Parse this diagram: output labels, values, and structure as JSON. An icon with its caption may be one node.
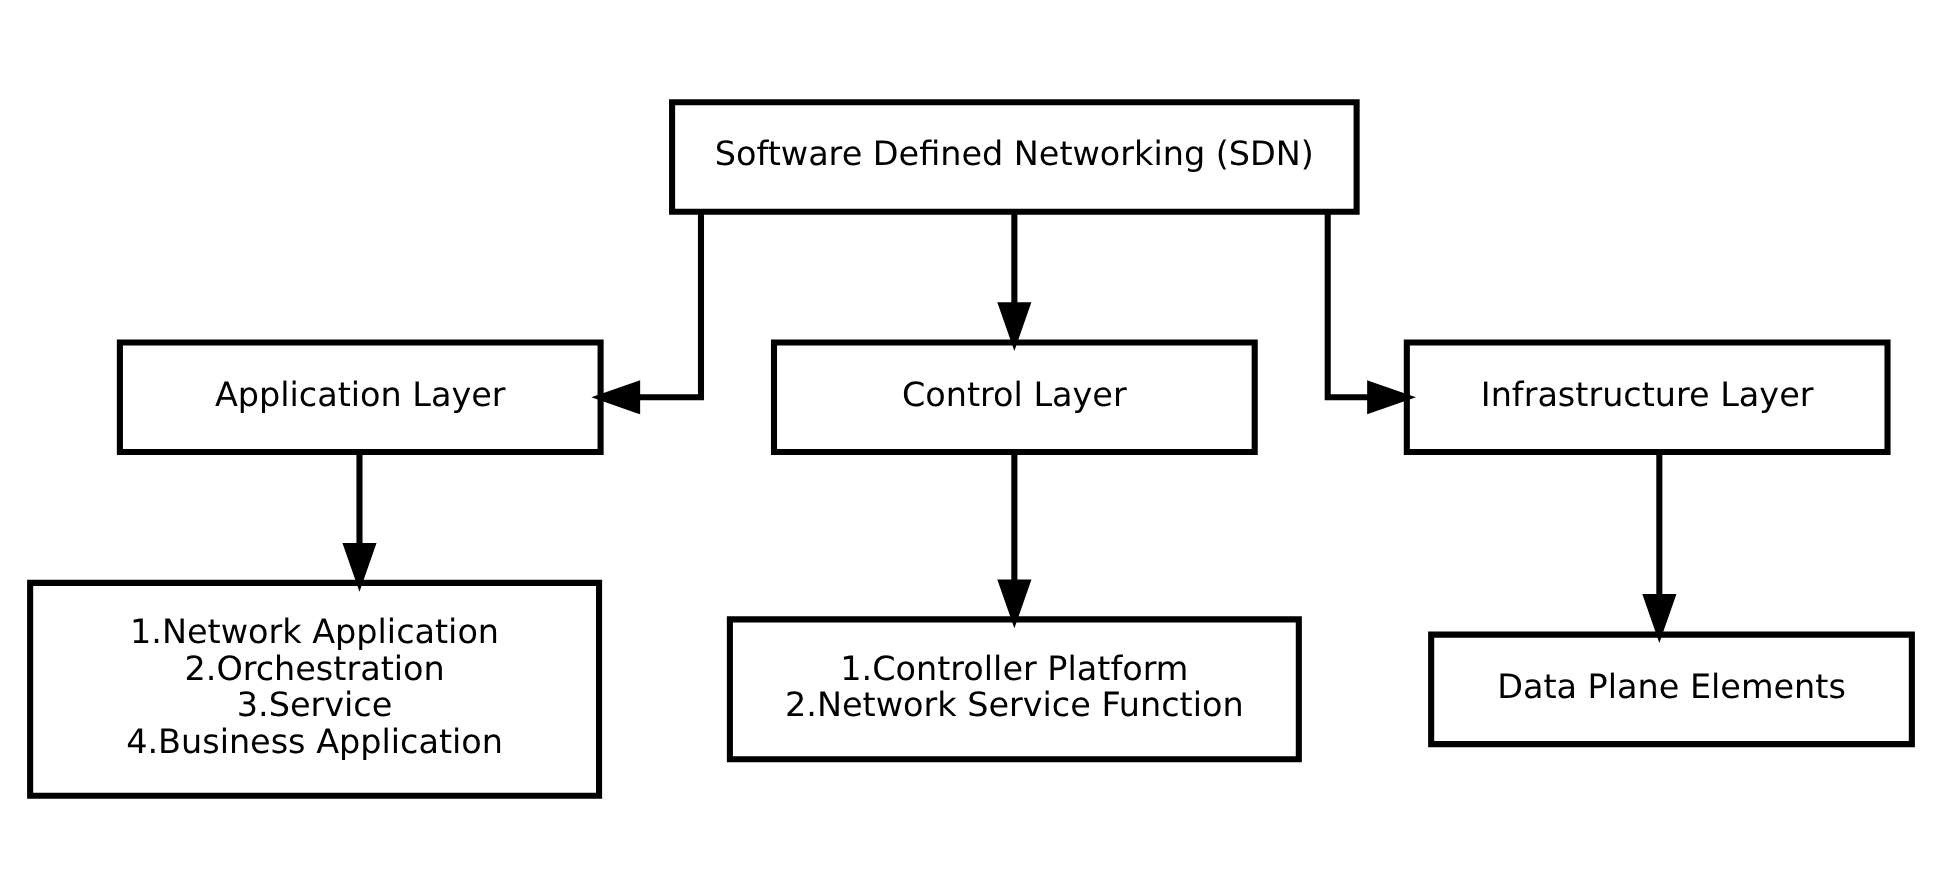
{
  "diagram": {
    "nodes": [
      {
        "text": [
          "Software Defined Networking (SDN)"
        ]
      },
      {
        "text": [
          "Application Layer"
        ]
      },
      {
        "text": [
          "Control Layer"
        ]
      },
      {
        "text": [
          "Infrastructure Layer"
        ]
      },
      {
        "text": [
          "1.Network Application",
          "2.Orchestration",
          "3.Service",
          "4.Business Application"
        ]
      },
      {
        "text": [
          "1.Controller Platform",
          "2.Network Service Function"
        ]
      },
      {
        "text": [
          "Data Plane Elements"
        ]
      }
    ],
    "edges": [
      {
        "from": 0,
        "to": 1,
        "arrow": "to"
      },
      {
        "from": 0,
        "to": 2,
        "arrow": "to"
      },
      {
        "from": 0,
        "to": 3,
        "arrow": "to"
      },
      {
        "from": 1,
        "to": 4,
        "arrow": "to"
      },
      {
        "from": 2,
        "to": 5,
        "arrow": "to"
      },
      {
        "from": 3,
        "to": 6,
        "arrow": "to"
      }
    ]
  }
}
